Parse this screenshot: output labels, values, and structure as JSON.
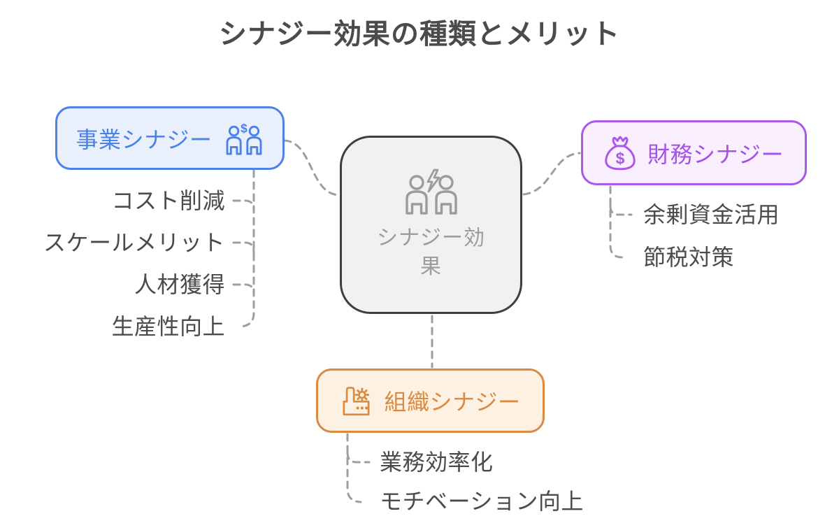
{
  "title": "シナジー効果の種類とメリット",
  "center_node": {
    "label": "シナジー効果",
    "icon": "people-synergy-bolt-icon"
  },
  "branches": {
    "business": {
      "label": "事業シナジー",
      "icon": "people-dollar-icon",
      "accent_color": "#4a82e8",
      "items": [
        "コスト削減",
        "スケールメリット",
        "人材獲得",
        "生産性向上"
      ]
    },
    "finance": {
      "label": "財務シナジー",
      "icon": "money-bag-icon",
      "accent_color": "#a958e8",
      "items": [
        "余剰資金活用",
        "節税対策"
      ]
    },
    "organization": {
      "label": "組織シナジー",
      "icon": "factory-icon",
      "accent_color": "#dc8a3e",
      "items": [
        "業務効率化",
        "モチベーション向上"
      ]
    }
  },
  "colors": {
    "connector": "#9e9e9e",
    "item_text": "#4b4b4b",
    "title_text": "#4b4b4b",
    "center_border": "#3e3e3e",
    "center_background": "#f1f1f1",
    "center_text": "#9c9c9c",
    "business_background": "#e9f0fc",
    "finance_background": "#f9effe",
    "organization_background": "#fcf1e2"
  }
}
